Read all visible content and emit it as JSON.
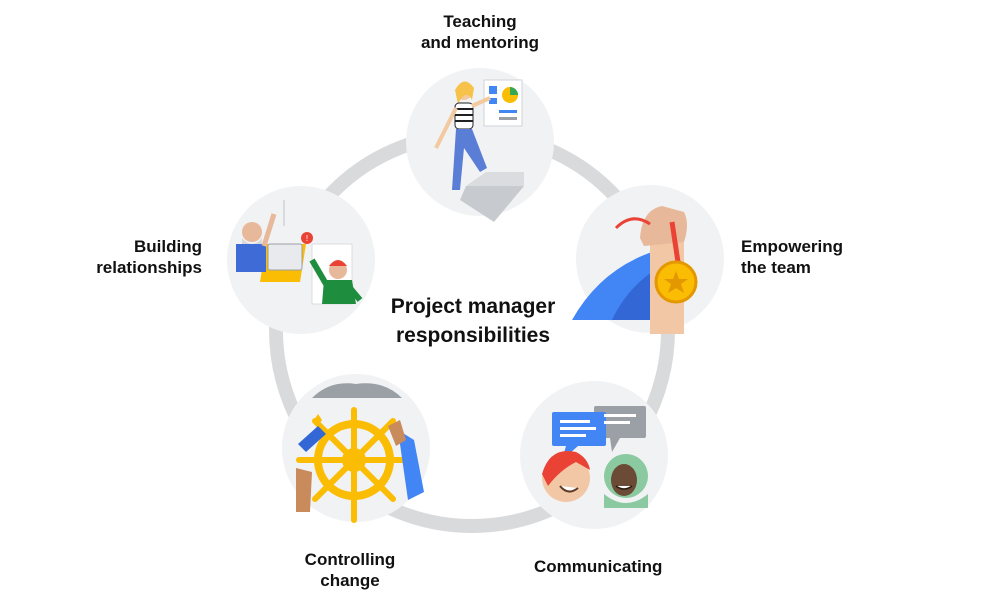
{
  "center_title": [
    "Project manager",
    "responsibilities"
  ],
  "nodes": [
    {
      "id": "teaching",
      "label_lines": [
        "Teaching",
        "and mentoring"
      ],
      "icon": "teacher-presenting-chart-icon"
    },
    {
      "id": "empowering",
      "label_lines": [
        "Empowering",
        "the team"
      ],
      "icon": "raised-fist-medal-icon"
    },
    {
      "id": "communicating",
      "label_lines": [
        "Communicating"
      ],
      "icon": "two-people-speech-bubbles-icon"
    },
    {
      "id": "controlling",
      "label_lines": [
        "Controlling",
        "change"
      ],
      "icon": "ship-wheel-icon"
    },
    {
      "id": "building",
      "label_lines": [
        "Building",
        "relationships"
      ],
      "icon": "two-people-waving-icon"
    }
  ],
  "colors": {
    "ring": "#d9dadc",
    "node_fill": "#f1f2f4",
    "text": "#111111",
    "blue": "#4285f4",
    "yellow": "#fbbc04",
    "red": "#ea4335",
    "green": "#1e8e3e",
    "gray": "#9aa0a6"
  }
}
